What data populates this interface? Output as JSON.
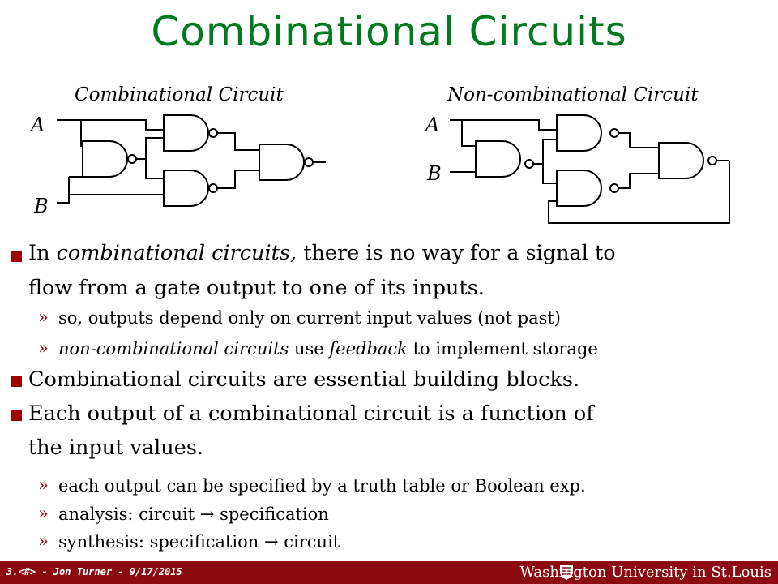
{
  "title": "Combinational Circuits",
  "diagram_left": {
    "label": "Combinational Circuit",
    "input_a": "A",
    "input_b": "B"
  },
  "diagram_right": {
    "label": "Non-combinational Circuit",
    "input_a": "A",
    "input_b": "B"
  },
  "bullets": [
    {
      "segments": [
        {
          "text": "In ",
          "italic": false
        },
        {
          "text": "combinational circuits,",
          "italic": true
        },
        {
          "text": " there is no way for a signal to",
          "italic": false
        }
      ],
      "line2": "flow from a gate output to one of its inputs.",
      "subs": [
        {
          "segments": [
            {
              "text": "so, outputs depend only on current input values (not past)",
              "italic": false
            }
          ]
        },
        {
          "segments": [
            {
              "text": "non-combinational circuits",
              "italic": true
            },
            {
              "text": " use ",
              "italic": false
            },
            {
              "text": "feedback",
              "italic": true
            },
            {
              "text": " to implement storage",
              "italic": false
            }
          ]
        }
      ]
    },
    {
      "text": "Combinational circuits are essential building blocks."
    },
    {
      "text": "Each output of a combinational circuit is a function of",
      "line2": "the input values.",
      "subs": [
        {
          "text": "each output can be specified by a truth table or Boolean exp."
        },
        {
          "text": "analysis: circuit → specification"
        },
        {
          "text": "synthesis: specification → circuit"
        }
      ]
    }
  ],
  "sub_marker": "»",
  "footer": {
    "left": "3.<#> - Jon Turner - 9/17/2015",
    "right": "Washington University in St.Louis"
  },
  "colors": {
    "title": "#007a1e",
    "bullet": "#a00000",
    "footer": "#8c0b10"
  }
}
